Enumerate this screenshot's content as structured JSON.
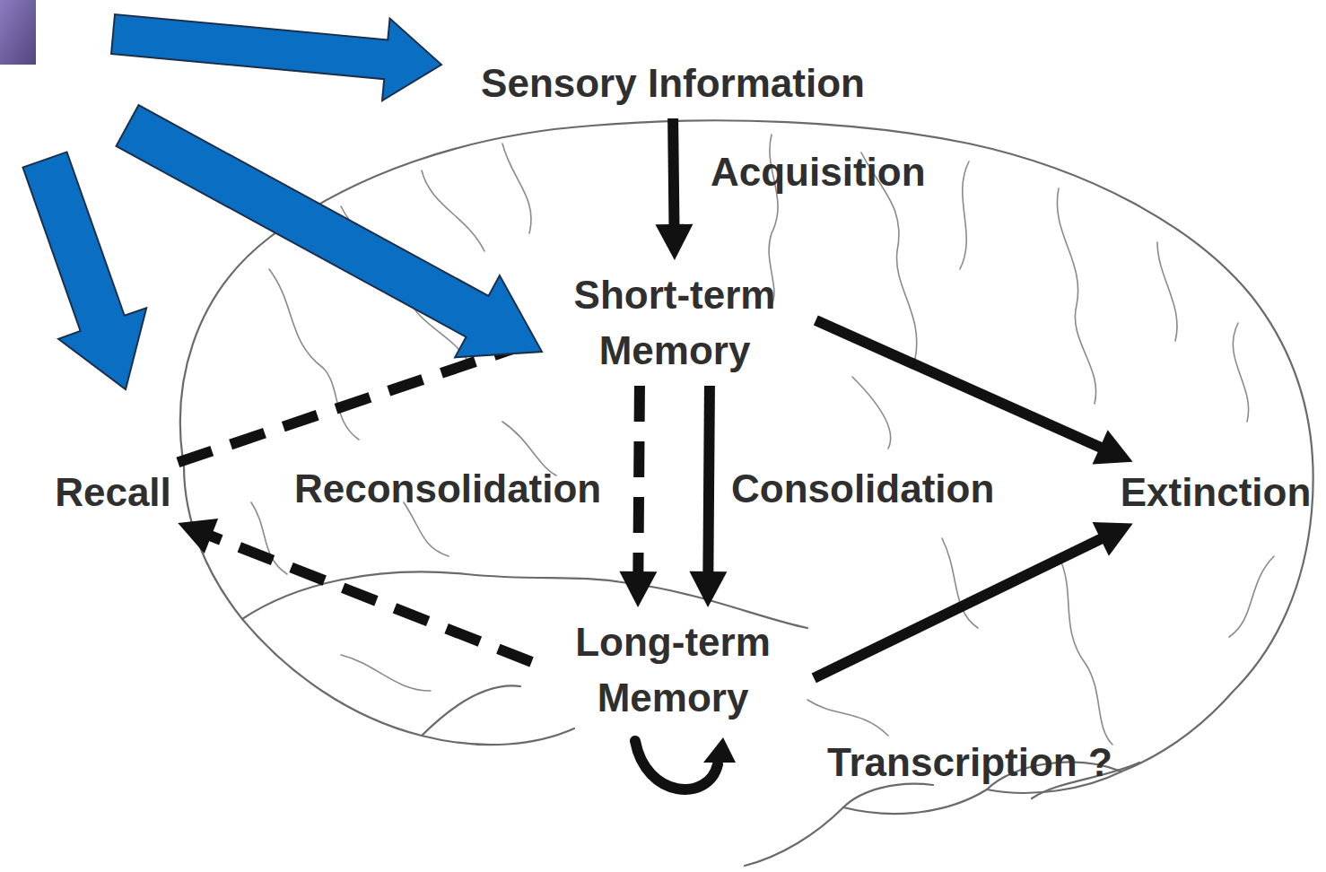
{
  "diagram": {
    "nodes": [
      {
        "text": [
          "Sensory Information"
        ]
      },
      {
        "text": [
          "Short-term Memory"
        ]
      },
      {
        "text": [
          "Recall"
        ]
      },
      {
        "text": [
          "Extinction"
        ]
      },
      {
        "text": [
          "Long-term Memory"
        ]
      }
    ],
    "edges": [
      {
        "from": 0,
        "to": 1,
        "arrow": "to",
        "label": "Acquisition"
      },
      {
        "from": 1,
        "to": 3,
        "arrow": "to"
      },
      {
        "from": 1,
        "to": 4,
        "arrow": "to",
        "label": "Consolidation"
      },
      {
        "from": 1,
        "to": 4,
        "arrow": "to",
        "label": "Reconsolidation"
      },
      {
        "from": 4,
        "to": 3,
        "arrow": "to"
      },
      {
        "from": 4,
        "to": 2,
        "arrow": "to"
      },
      {
        "from": 2,
        "to": 1,
        "arrow": "none"
      }
    ],
    "labels": [
      "Transcription ?"
    ]
  }
}
